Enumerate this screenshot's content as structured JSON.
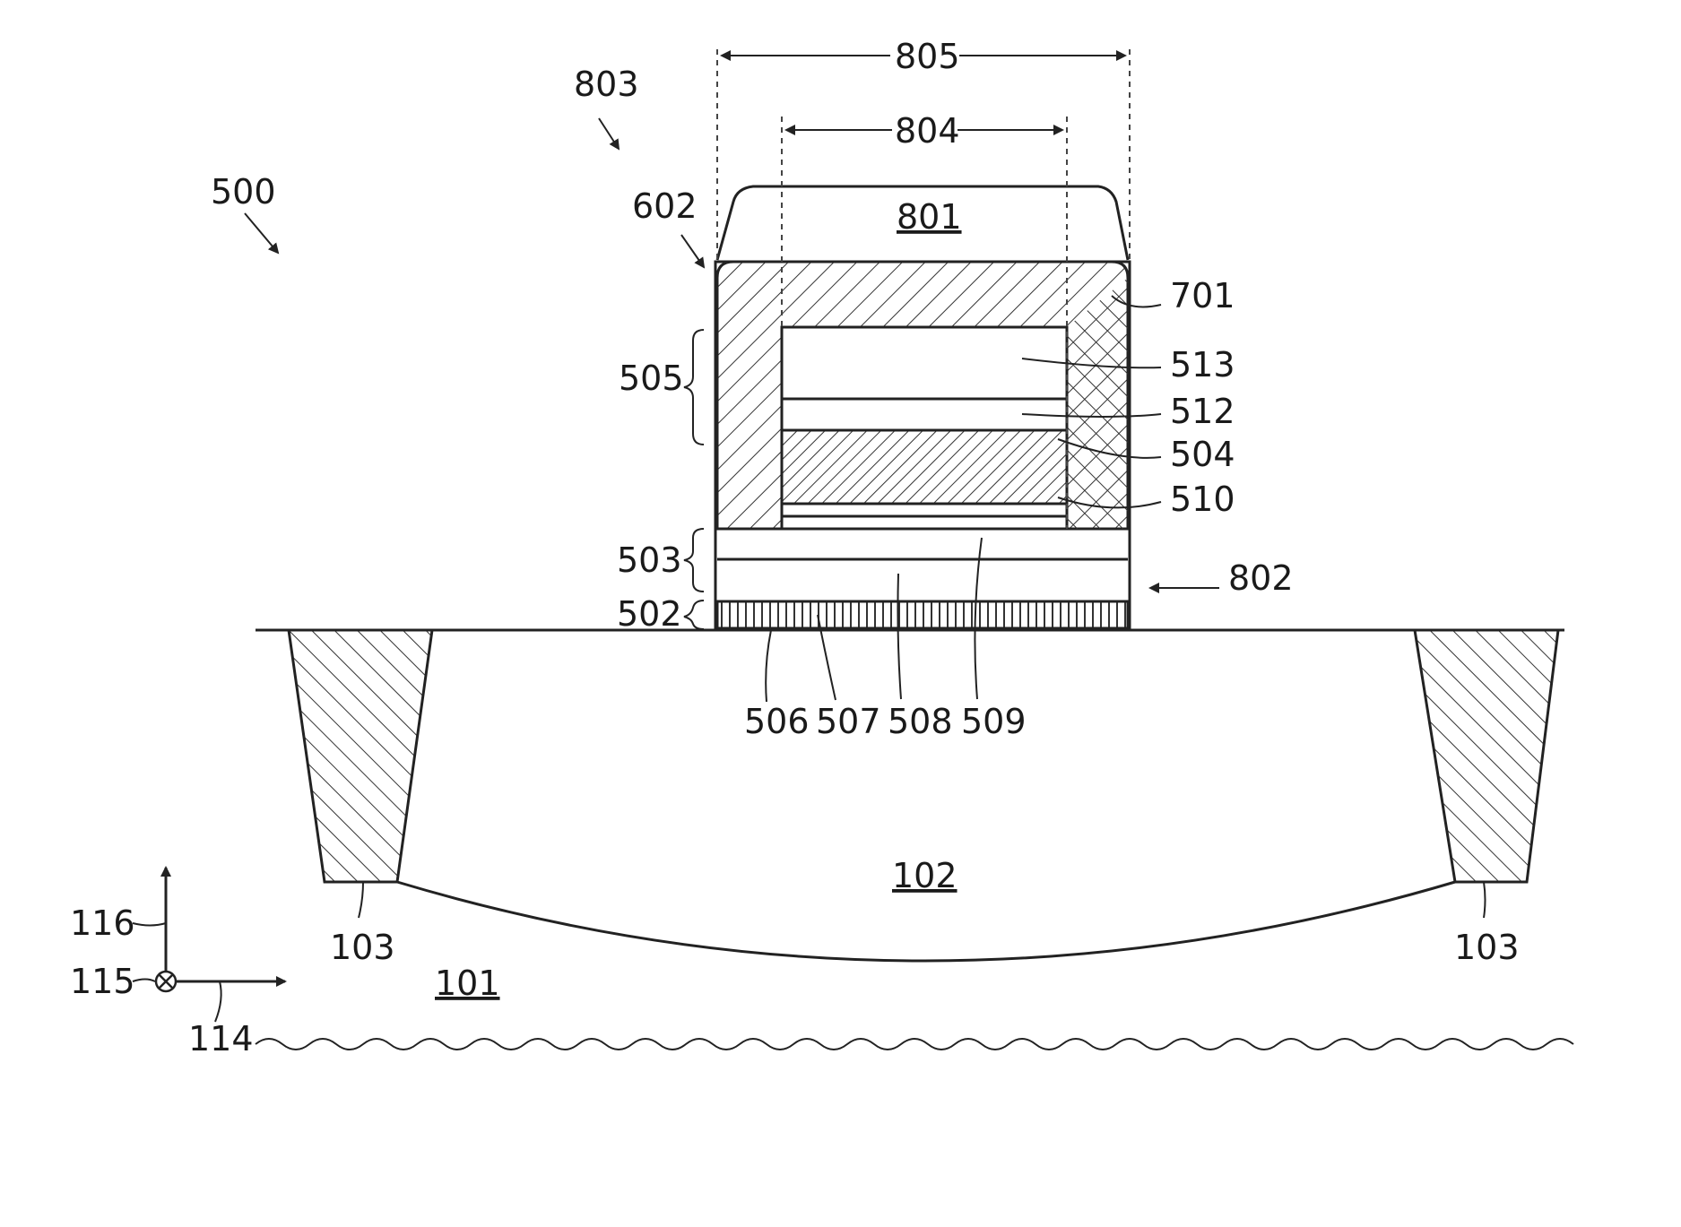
{
  "figure": {
    "ref_labels": {
      "l500": "500",
      "l803": "803",
      "l805": "805",
      "l804": "804",
      "l801": "801",
      "l602": "602",
      "l701": "701",
      "l505": "505",
      "l513": "513",
      "l512": "512",
      "l504": "504",
      "l510": "510",
      "l503": "503",
      "l502": "502",
      "l802": "802",
      "l506": "506",
      "l507": "507",
      "l508": "508",
      "l509": "509",
      "l102": "102",
      "l103_left": "103",
      "l103_right": "103",
      "l101": "101",
      "l116": "116",
      "l115": "115",
      "l114": "114"
    },
    "colors": {
      "line": "#222222",
      "background": "#ffffff"
    }
  }
}
